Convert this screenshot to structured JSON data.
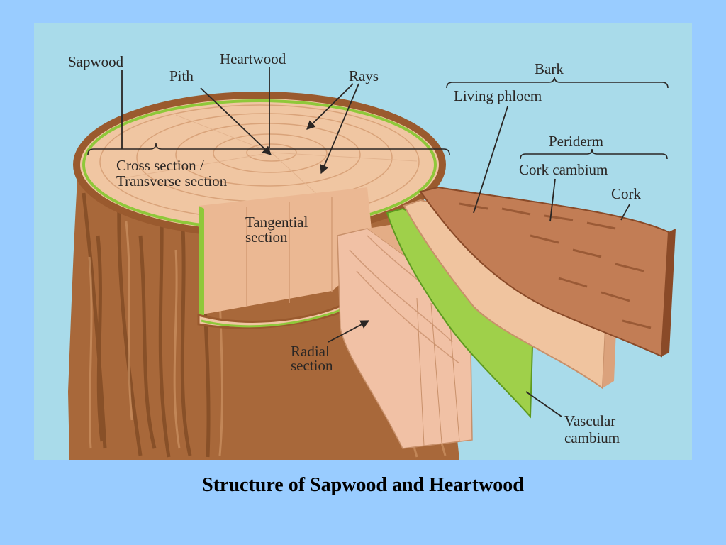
{
  "labels": {
    "sapwood": "Sapwood",
    "pith": "Pith",
    "heartwood": "Heartwood",
    "rays": "Rays",
    "bark": "Bark",
    "living_phloem": "Living phloem",
    "periderm": "Periderm",
    "cork_cambium": "Cork cambium",
    "cork": "Cork",
    "cross_section_1": "Cross section /",
    "cross_section_2": "Transverse section",
    "tangential_1": "Tangential",
    "tangential_2": "section",
    "radial_1": "Radial",
    "radial_2": "section",
    "vascular_1": "Vascular",
    "vascular_2": "cambium"
  },
  "caption": "Structure of Sapwood and Heartwood",
  "colors": {
    "slide_background": "#99ccff",
    "diagram_background": "#a9dbea",
    "bark": "#a8683a",
    "wood": "#f0c6a2",
    "vascular_cambium": "#8fc83a",
    "cork": "#c27d55"
  }
}
